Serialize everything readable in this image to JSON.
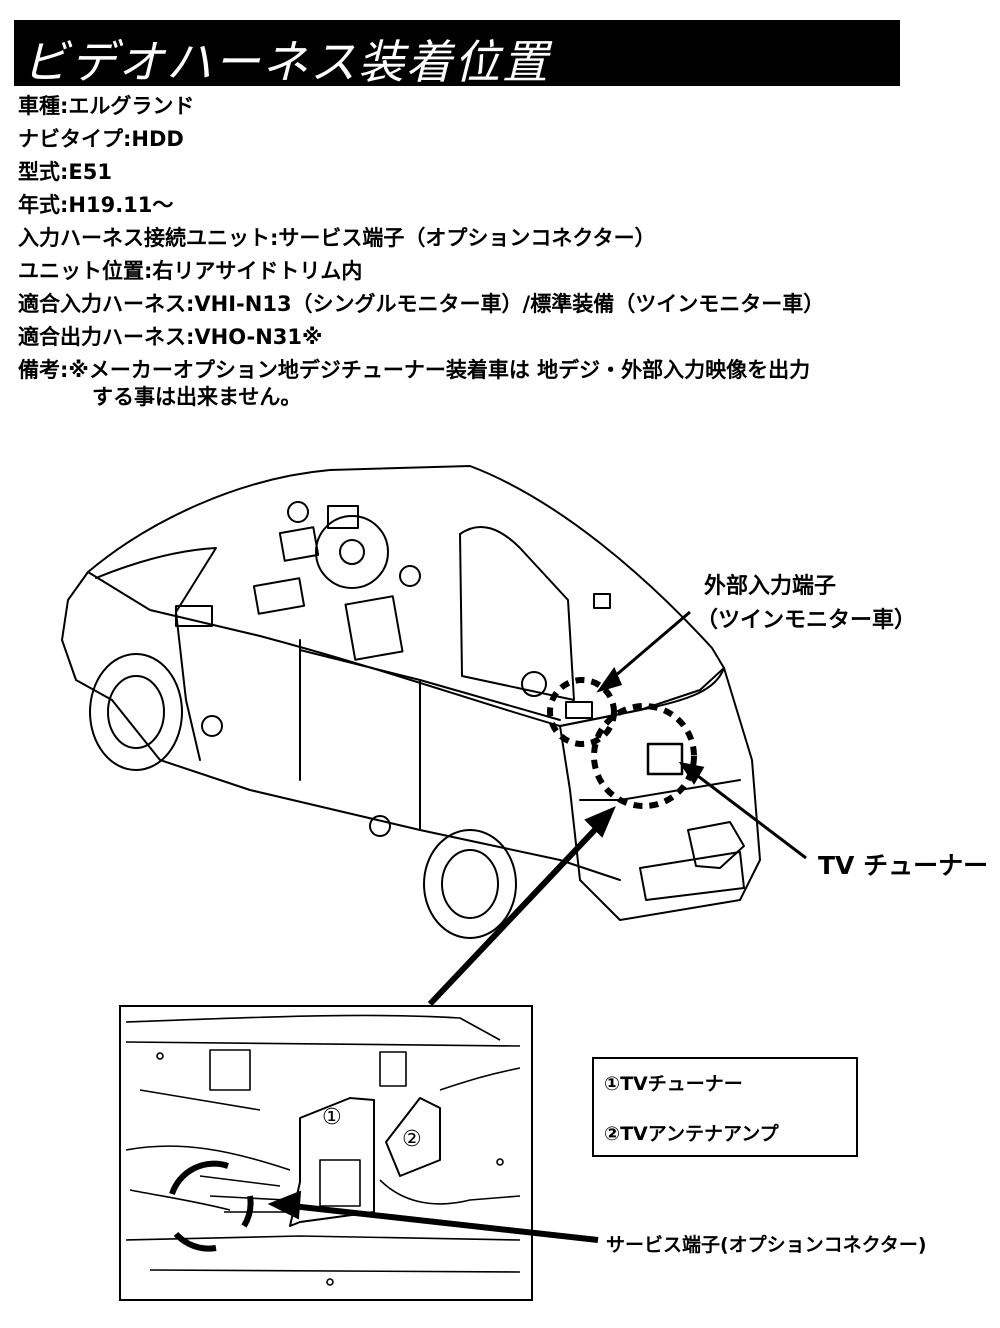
{
  "title": "ビデオハーネス装着位置",
  "specs": [
    {
      "label": "車種",
      "sep": ":",
      "value": "エルグランド"
    },
    {
      "label": "ナビタイプ",
      "sep": ":",
      "value": "HDD"
    },
    {
      "label": "型式",
      "sep": ":",
      "value": "E51"
    },
    {
      "label": "年式",
      "sep": ":",
      "value": "H19.11～"
    },
    {
      "label": "入力ハーネス接続ユニット",
      "sep": ":",
      "value": "サービス端子（オプションコネクター）"
    },
    {
      "label": "ユニット位置",
      "sep": ":",
      "value": "右リアサイドトリム内"
    },
    {
      "label": "適合入力ハーネス",
      "sep": ":",
      "value": "VHI-N13（シングルモニター車）/標準装備（ツインモニター車）"
    },
    {
      "label": "適合出力ハーネス",
      "sep": ":",
      "value": "VHO-N31※"
    },
    {
      "label": "備考",
      "sep": ":",
      "value": "※メーカーオプション地デジチューナー装着車は 地デジ・外部入力映像を出力"
    }
  ],
  "remark_continuation": "する事は出来ません。",
  "callouts": {
    "external_input_line1": "外部入力端子",
    "external_input_line2": "（ツインモニター車）",
    "tv_tuner": "TV チューナー",
    "service_terminal": "サービス端子(オプションコネクター)"
  },
  "detail_markers": {
    "marker1": "①",
    "marker2": "②"
  },
  "legend": {
    "item1": "①TVチューナー",
    "item2": "②TVアンテナアンプ"
  }
}
